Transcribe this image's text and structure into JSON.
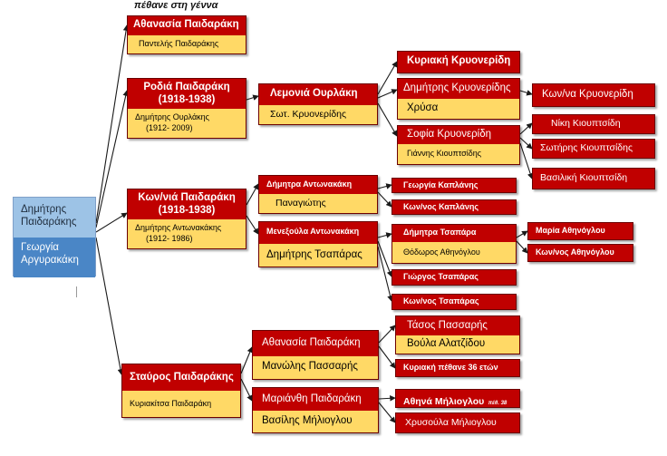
{
  "note": "πέθανε στη γέννα",
  "root": {
    "name": "Δημήτρης Παιδαράκης",
    "spouse": "Γεωργία Αργυρακάκη"
  },
  "gen1": {
    "athanasia": {
      "name": "Αθανασία Παιδαράκη",
      "spouse": "Παντελής Παιδαράκης"
    },
    "rodia": {
      "name": "Ροδιά Παιδαράκη",
      "years": "(1918-1938)",
      "spouse": "Δημήτρης   Ουρλάκης",
      "spouse_years": "(1912- 2009)"
    },
    "konnia": {
      "name": "Κων/νιά Παιδαράκη",
      "years": "(1918-1938)",
      "spouse": "Δημήτρης   Αντωνακάκης",
      "spouse_years": "(1912- 1986)"
    },
    "stavros": {
      "name": "Σταύρος Παιδαράκης",
      "spouse": "Κυριακίτσα Παιδαράκη"
    }
  },
  "gen2": {
    "lemonia": {
      "name": "Λεμονιά Ουρλάκη",
      "spouse": "Σωτ. Κρυονερίδης"
    },
    "dimitra": {
      "name": "Δήμητρα   Αντωνακάκη",
      "spouse": "Παναγιώτης"
    },
    "menexoula": {
      "name": "Μενεξούλα Αντωνακάκη",
      "spouse": "Δημήτρης Τσαπάρας"
    },
    "athanasia2": {
      "name": "Αθανασία Παιδαράκη",
      "spouse": "Μανώλης Πασσαρής"
    },
    "marianthi": {
      "name": "Μαριάνθη Παιδαράκη",
      "spouse": "Βασίλης Μήλιογλου"
    }
  },
  "gen3": {
    "kyriaki": {
      "name": "Κυριακή Κρυονερίδη"
    },
    "dimitris_k": {
      "name": "Δημήτρης Κρυονερίδης",
      "spouse": "Χρύσα"
    },
    "sofia": {
      "name": "Σοφία Κρυονερίδη",
      "spouse": "Γιάννης Κιουπτσίδης"
    },
    "georgia_k": {
      "name": "Γεωργία Καπλάνης"
    },
    "kon_kaplanis": {
      "name": "Κων/νος Καπλάνης"
    },
    "dimitra_ts": {
      "name": "Δήμητρα Τσαπάρα",
      "spouse": "Θόδωρος Αθηνόγλου"
    },
    "giorgos_ts": {
      "name": "Γιώργος Τσαπάρας"
    },
    "kon_ts": {
      "name": "Κων/νος Τσαπάρας"
    },
    "tasos": {
      "name": "Τάσος Πασσαρής",
      "spouse": "Βούλα Αλατζίδου"
    },
    "kyriaki_p": {
      "name": "Κυριακή  πέθανε 36 ετών"
    },
    "athina": {
      "name": "Αθηνά Μήλιογλου",
      "note": "πέθ. 38"
    },
    "chrysoula": {
      "name": "Χρυσούλα Μήλιογλου"
    }
  },
  "gen4": {
    "kon_na_k": {
      "name": "Κων/να Κρυονερίδη"
    },
    "niki": {
      "name": "Νίκη Κιουπτσίδη"
    },
    "sotiris": {
      "name": "Σωτήρης Κιουπτσίδης"
    },
    "vasiliki": {
      "name": "Βασιλική Κιουπτσίδη"
    },
    "maria_a": {
      "name": "Μαρία Αθηνόγλου"
    },
    "kon_a": {
      "name": "Κων/νος Αθηνόγλου"
    }
  }
}
